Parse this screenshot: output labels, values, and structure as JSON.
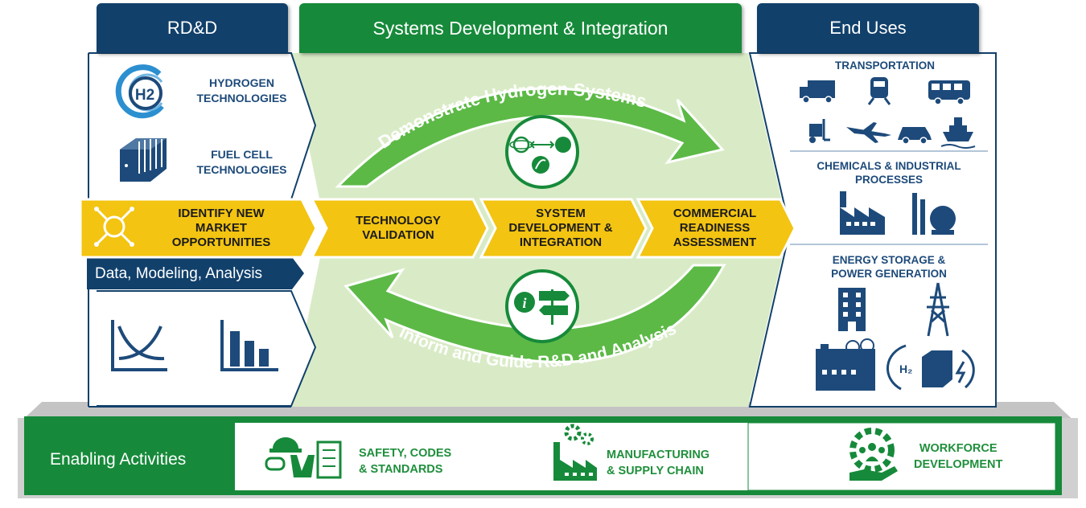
{
  "headers": {
    "rdd": "RD&D",
    "systems": "Systems Development & Integration",
    "end_uses": "End Uses"
  },
  "rdd_panel": {
    "hydrogen": {
      "line1": "HYDROGEN",
      "line2": "TECHNOLOGIES"
    },
    "fuel_cell": {
      "line1": "FUEL CELL",
      "line2": "TECHNOLOGIES"
    },
    "analysis_bar": "Data, Modeling, Analysis",
    "h2_badge": "H2"
  },
  "process_steps": [
    {
      "line1": "IDENTIFY NEW",
      "line2": "MARKET",
      "line3": "OPPORTUNITIES"
    },
    {
      "line1": "TECHNOLOGY",
      "line2": "VALIDATION",
      "line3": ""
    },
    {
      "line1": "SYSTEM",
      "line2": "DEVELOPMENT &",
      "line3": "INTEGRATION"
    },
    {
      "line1": "COMMERCIAL",
      "line2": "READINESS",
      "line3": "ASSESSMENT"
    }
  ],
  "loop": {
    "top_arrow_text": "Demonstrate Hydrogen Systems",
    "bottom_arrow_text": "Inform and Guide R&D and Analysis"
  },
  "end_uses": {
    "transportation": "TRANSPORTATION",
    "chemicals_line1": "CHEMICALS & INDUSTRIAL",
    "chemicals_line2": "PROCESSES",
    "energy_line1": "ENERGY STORAGE &",
    "energy_line2": "POWER GENERATION"
  },
  "enabling": {
    "title": "Enabling Activities",
    "safety": {
      "line1": "SAFETY, CODES",
      "line2": "& STANDARDS"
    },
    "manufacturing": {
      "line1": "MANUFACTURING",
      "line2": "& SUPPLY CHAIN"
    },
    "workforce": {
      "line1": "WORKFORCE",
      "line2": "DEVELOPMENT"
    }
  },
  "colors": {
    "navy": "#11406b",
    "green": "#168a3a",
    "arrow_green": "#5cb946",
    "light_green": "#d9ebc6",
    "yellow": "#f3c411",
    "gray": "#c9c9c9"
  }
}
